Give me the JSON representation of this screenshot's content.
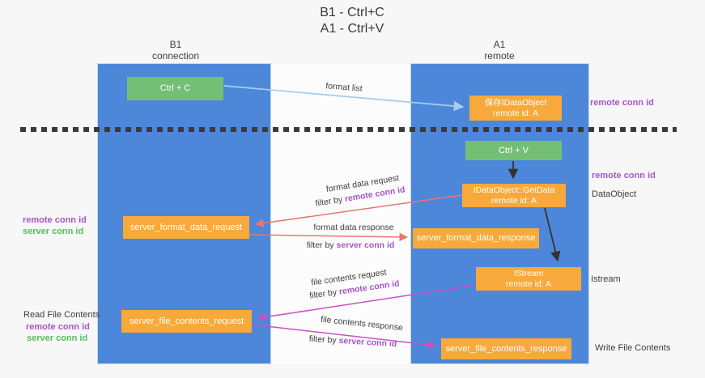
{
  "title": {
    "line1": "B1 - Ctrl+C",
    "line2": "A1 - Ctrl+V"
  },
  "lanes": {
    "b1": {
      "name": "B1",
      "subtitle": "connection"
    },
    "a1": {
      "name": "A1",
      "subtitle": "remote"
    }
  },
  "boxes": {
    "ctrl_c": {
      "label": "Ctrl + C"
    },
    "save_dataobject": {
      "line1": "保存IDataObject",
      "line2": "remote id: A"
    },
    "ctrl_v": {
      "label": "Ctrl + V"
    },
    "getdata": {
      "line1": "IDataObject::GetData",
      "line2": "remote id: A"
    },
    "format_request": {
      "label": "server_format_data_request"
    },
    "format_response": {
      "label": "server_format_data_response"
    },
    "istream": {
      "line1": "IStream",
      "line2": "remote id: A"
    },
    "file_request": {
      "label": "server_file_contents_request"
    },
    "file_response": {
      "label": "server_file_contents_response"
    }
  },
  "messages": {
    "format_list": "format list",
    "format_request": {
      "label": "format data request",
      "filter": "filter by",
      "key": "remote conn id"
    },
    "format_response": {
      "label": "format data response",
      "filter": "filter by",
      "key": "server conn id"
    },
    "file_request": {
      "label": "file contents request",
      "filter": "filter by",
      "key": "remote conn id"
    },
    "file_response": {
      "label": "file contents response",
      "filter": "filter by",
      "key": "server conn id"
    }
  },
  "annotations": {
    "remote_conn_top": "remote conn id",
    "remote_conn_mid": "remote conn id",
    "dataobject": "DataObject",
    "istream": "Istream",
    "write_file": "Write File Contents",
    "read_file": "Read File Contents",
    "left_remote_1": "remote conn id",
    "left_server_1": "server conn id",
    "left_remote_2": "remote conn id",
    "left_server_2": "server conn id"
  },
  "colors": {
    "lane_blue": "#4D87D9",
    "box_orange": "#F7A93C",
    "box_green": "#74BF76",
    "arrow_blue": "#A5CEEF",
    "arrow_black": "#333333",
    "arrow_red": "#E97573",
    "arrow_magenta": "#C553C4",
    "text_purple": "#A855C8",
    "text_green": "#57BE5C",
    "divider": "#3A3A3A"
  }
}
